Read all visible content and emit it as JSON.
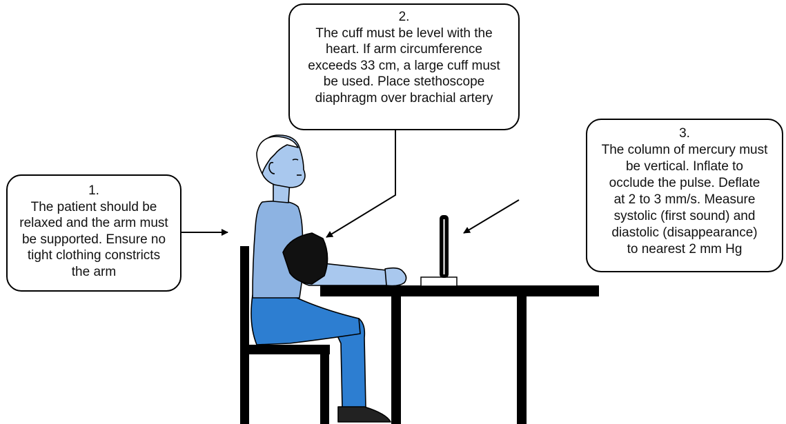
{
  "callouts": [
    {
      "number": "1.",
      "lines": [
        "The patient should be",
        "relaxed and the arm must",
        "be supported. Ensure no",
        "tight clothing constricts",
        "the arm"
      ]
    },
    {
      "number": "2.",
      "lines": [
        "The cuff must be level with the",
        "heart. If arm circumference",
        "exceeds 33 cm, a large cuff must",
        "be used. Place stethoscope",
        "diaphragm over brachial artery"
      ]
    },
    {
      "number": "3.",
      "lines": [
        "The column of mercury must",
        "be vertical. Inflate to",
        "occlude the pulse. Deflate",
        "at 2 to 3 mm/s. Measure",
        "systolic (first sound) and",
        "diastolic (disappearance)",
        "to nearest 2 mm Hg"
      ]
    }
  ],
  "colors": {
    "skin": "#a9c8ee",
    "shirt": "#8db3e2",
    "trousers": "#2d7ed1",
    "ink": "#000000",
    "background": "#ffffff"
  }
}
